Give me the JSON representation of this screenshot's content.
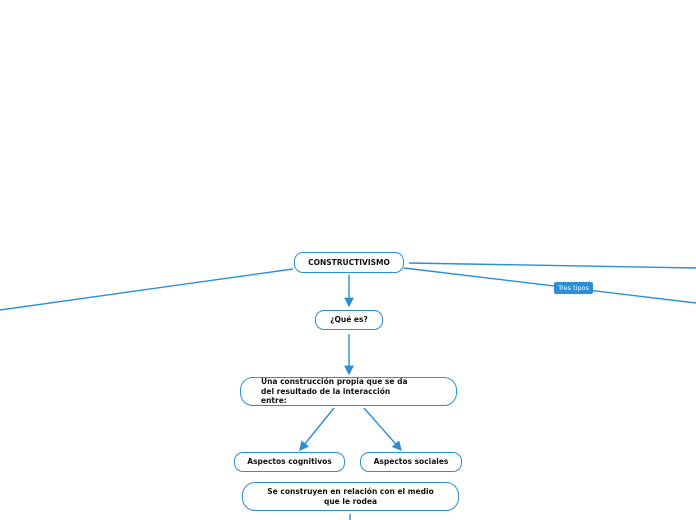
{
  "diagram": {
    "root": "CONSTRUCTIVISMO",
    "question": "¿Qué es?",
    "definition": "Una construcción propia que se da del resultado de la interacción entre:",
    "aspect_cognitive": "Aspectos cognitivos",
    "aspect_social": "Aspectos sociales",
    "context": "Se construyen en relación con el medio que le rodea",
    "edge_label": "Tres tipos"
  },
  "colors": {
    "line": "#2a8fd6",
    "text": "#111111",
    "tag_background": "#2a8fd6"
  }
}
